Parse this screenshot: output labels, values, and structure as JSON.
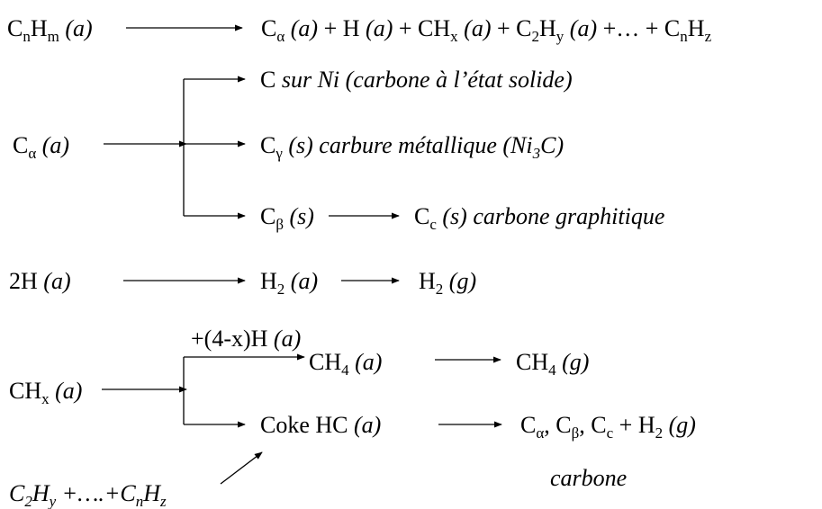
{
  "reactions": {
    "r1": {
      "reactant": "CnHm (a)",
      "products": "Cα (a) + H (a) + CHx (a) + C2Hy (a) +… + CnHz"
    },
    "r2": {
      "reactant": "Cα (a)",
      "branch_1": "C sur Ni (carbone à l’état solide)",
      "branch_2": "Cγ (s) carbure métallique (Ni3C)",
      "branch_3": "Cβ (s)",
      "branch_3_product": "Cc (s) carbone graphitique"
    },
    "r3": {
      "reactant": "2H (a)",
      "intermediate": "H2 (a)",
      "product": "H2 (g)"
    },
    "r4": {
      "reactant": "CHx (a)",
      "condition": "+(4-x)H (a)",
      "branch_1": "CH4 (a)",
      "branch_1_product": "CH4 (g)",
      "branch_2": "Coke HC (a)",
      "branch_2_product": "Cα, Cβ, Cc + H2 (g)",
      "branch_2_product_note": "carbone",
      "feed": "C2Hy +….+CnHz"
    }
  }
}
